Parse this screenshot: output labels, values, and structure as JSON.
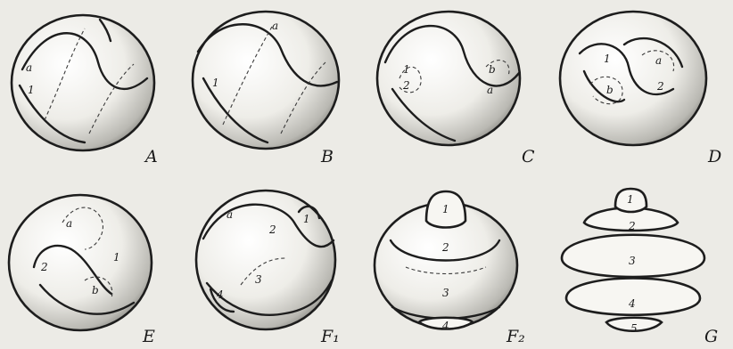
{
  "panels": [
    {
      "id": "A",
      "label": "A",
      "marks": [
        "a",
        "1"
      ]
    },
    {
      "id": "B",
      "label": "B",
      "marks": [
        "a",
        "1"
      ]
    },
    {
      "id": "C",
      "label": "C",
      "marks": [
        "1",
        "2",
        "b",
        "a"
      ]
    },
    {
      "id": "D",
      "label": "D",
      "marks": [
        "1",
        "a",
        "b",
        "2"
      ]
    },
    {
      "id": "E",
      "label": "E",
      "marks": [
        "a",
        "1",
        "2",
        "b"
      ]
    },
    {
      "id": "F1",
      "label": "F₁",
      "marks": [
        "a",
        "2",
        "1",
        "3",
        "4"
      ]
    },
    {
      "id": "F2",
      "label": "F₂",
      "marks": [
        "1",
        "2",
        "3",
        "4"
      ]
    },
    {
      "id": "G",
      "label": "G",
      "marks": [
        "1",
        "2",
        "3",
        "4",
        "5"
      ]
    }
  ]
}
